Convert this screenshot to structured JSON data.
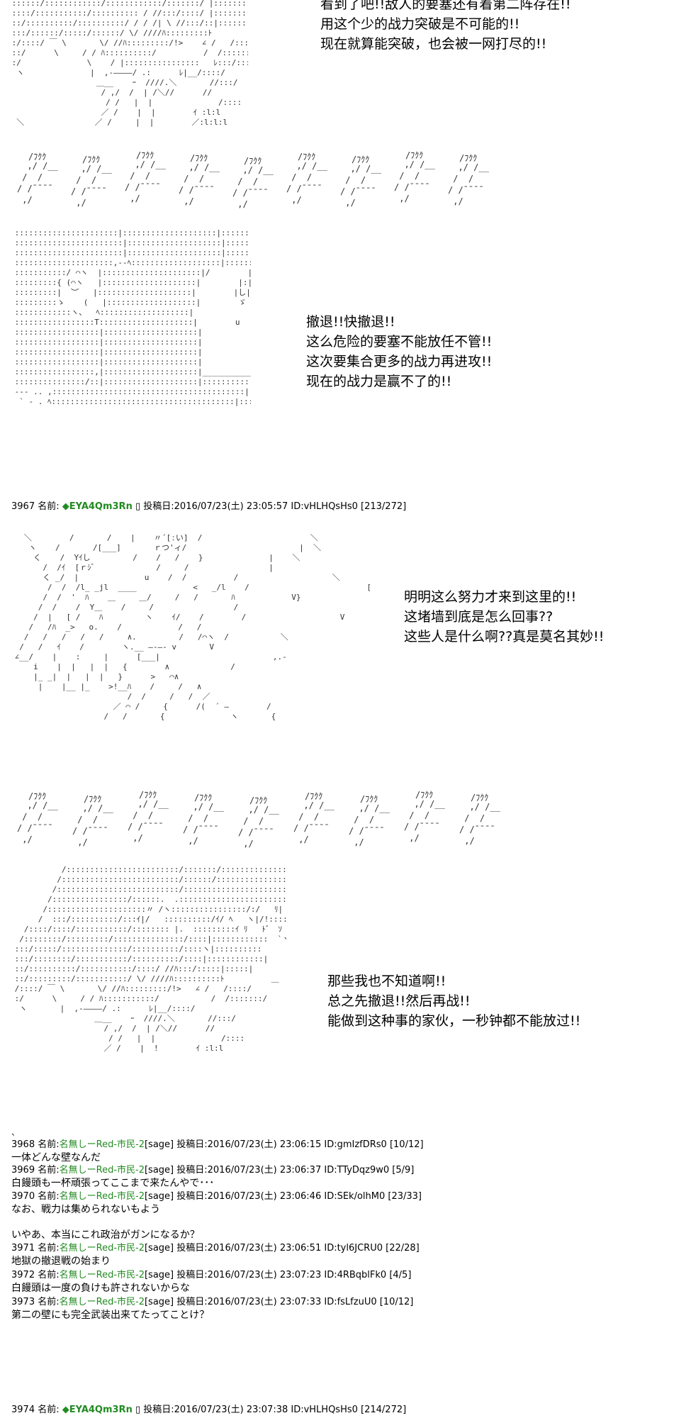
{
  "scene1": {
    "art_top": " ::::::/::::::::::::/::::::::::::/:::::::/ |:::::::::|          _  \n ::::/:::::::::::/:::::::::: / //:::/::::/ |:::::::::|        [:::::\\/    /::::::\n ::/::::::::::/::::::::::/ / / /| \\ //:::/::|::::::|       _ .  /::::/:::\n :::/::::::/:::::/::::::/ \\/ ////ﾊ:::::::::ﾄ         ＿   /:::/::::/\n :/::::/ ￣ \\       \\/ //ﾊ:::::::::/!>    ∠ /   /::::/\n ::/      \\     / / ﾊ::::::::::/          /  /:::::::/\n :/              \\    / |::::::::::::::::   ﾚ:::/:::/\n  ヽ              |  ,-――――/ .:      ﾚ|__/::::/\n                   ＿__    ｰ  ////.＼       //:::/\n                    / ,/  /  | /＼//      //\n                     / /   |  |              /::::\n                    ／ /    |  |        ｲ :l:l\n  ＼               ／ /     |  |        ／:l:l:l",
    "dialog": [
      "看到了吧!!敌人的要塞还有着第二阵存在!!",
      "用这个少的战力突破是不可能的!!",
      "现在就算能突破，也会被一网打尽的!!"
    ]
  },
  "sfx": "/ﾌｸｸ",
  "scene2": {
    "art": " ::::::::::::::::::::::|::::::::::::::::::::|:::::::::::::::|ﾘ   |:|:::|:::::::|:::|ヽ\n :::::::::::::::::::::::|::::::::::::::::::::|:::::::::::::/ ×  |:|:::|ヽ:::|:::|:::\n :::::::::::::::::::::::|::::::::::::::::::::|:::::::::::::/  / |:|:::|::::|:ｪ.:::|\n :::::::::::::::::::::,--ﾍ:::::::::::::::::::|::::::::::/  ／ √5≧   |:|::::|:ﾄ:::|\n :::::::::::/ ⌒ヽ  |:::::::::::::::::::::|/        |  ヽ   |:|:::ﾄ::::|\n :::::::::{ (⌒ヽ   |::::::::::::::::::::|        |:|:::|     ヽVﾘ }\n :::::::::|  ︶   |::::::::::::::::::::|        |し|      [\n :::::::::ゝ    (   |:::::::::::::::::::|        ゞ     ヽ\n ::::::::::::ヽ、  ﾍ:::::::::::::::::::|                 /\n :::::::::::::::::T::::::::::::::::::::|        u          /\n ::::::::::::::::::|::::::::::::::::::::|                ,.  ‐ \n ::::::::::::::::::|::::::::::::::::::::|               (\n ::::::::::::::::::|::::::::::::::::::::|               ヽ   /\n ::::::::::::::::::|::::::::::::::::::::|                 ,  '\n :::::::::::::::::,|::::::::::::::::::::|_______________/\n :::::::::::::::/::|::::::::::::::::::::|::::::::::::::::::|\n --- .. ,:::::::::::::::::::::::::::::::::::::::::|::::::::::::::::::|\n  ` - . ﾍ:::::::::::::::::::::::::::::::::::::::|::::::::::::::::::|",
    "dialog": [
      "撤退!!快撤退!!",
      "这么危险的要塞不能放任不管!!",
      "这次要集合更多的战力再进攻!!",
      "现在的战力是赢不了的!!"
    ]
  },
  "post3967": {
    "number": "3967",
    "name_label": "名前:",
    "trip": "◆EYA4Qm3Rn",
    "rest": " 投稿日:2016/07/23(土) 23:05:57 ID:vHLHQsHs0 [213/272]"
  },
  "scene3": {
    "art": "   ＼        /       /    |    〃´[ːい]  /                       ＼\n    ヽ    /       /[___]       ｒつ'ィ/                        |  ＼\n     く    /  Yｲし         /    /   /    }              |    ＼\n       /  /ｲ  [ｒｼﾞ             /     /                 |\n       く _/  |              u    /  /          /                    ＼\n        /  /  /l_ _jl  ____            <   _/l    /                         [\n       /  /  '  ﾊ    ＿     ＿/     /   /       ﾊ            V}\n      /  /    /  Y＿    /     /                 /\n     /  |   [ /    ﾊ         ヽ    ｲ/    /        /                    V\n    /   /ﾊ  _>   o.    /            /   /\n   /   /   /   /   /     ∧.         /   /⌒ヽ  /           ＼\n  /   /   ｲ    /        ヽ.__ ―‐―- v       V\n ∠__/    |    :     |      [___|                        ,.-\n     i    |  |   |  |   {        ∧             /\n     |_ _|  |   |  |   }      >   ⌒∧\n      |    |__ |_    >!__ﾊ    /     /   ∧\n                         /  /     /   /  ／\n                      ／ ⌒ /     {      /(  ´ ―        /\n                    /   /       {              ヽ       {",
    "dialog": [
      "明明这么努力才来到这里的!!",
      "这堵墙到底是怎么回事??",
      "这些人是什么啊??真是莫名其妙!!"
    ]
  },
  "scene4": {
    "art": "           /::::::::::::::::::::::::/:::::::/:::::::::::::::::/::/:l:::::::::::::: ヽ`,\n          /:::::::::::::::::::::::::/::::::/:::::::::::::::::::/::/l:l´,:::::::::::::::::\n         /::::::::::::::::::::::::::/::::::::::::::::::::::::::::/::/  |:|_.:::::::::::::::::\n        /::::::::::::::::/::::::.  .:::::::::::::::::::::::::/:/  | |    ｌ::::::::::::::::\n       /:::::::::::::::::::::〃 /ヽ::::::::::::::::/:/   ﾘ|  |::::::::::ﾘ|::::::::::\n      /  :::/::::::::::/:::ｲ|/   ::::::::::/ｲ/ ﾍ   ヽ|/!::::/  |:/:::::\n   /::::/::::/:::::::::::/:::::::: |.  :::::::::ｲ ﾘ   ﾄ゛ ｿ   !:/__,/ﾘ!::!\n  /::::::::/:::::::::/:::::::::::::::/::::|::::::::::::  `ヽ ::::::::::    ﾉ./l/::::\n :::/:::::/::::::::::::::/::::::::::/::::ヽ|::::::::::       u          /::/::::::\n :::/::::::::/:::::::::::/::::::::::/::::|::::::::::::|         [:::::V   /:::::::::\n ::/::::::::::/:::::::::::/::::/ //ﾊ:::/:::::|:::::|        _.   /:::/::::::\n ::/:::::::::/:::::::::::/ \\/ ////ﾊ::::::::::ﾄ          ＿   /:::/:::/\n /::::/ ￣ \\       \\/ //ﾊ:::::::::/!>   ∠ /   /::::/\n :/      \\     / / ﾊ:::::::::::/           /  /:::::::/\n  ヽ       |  ,-――――/ .:      ﾚ|__/::::/\n                  ＿__    ｰ  ////.＼       //:::/\n                    / ,/  /  | /＼//      //\n                     / /   |  |              /::::\n                    ／ /    |  !        ｲ :l:l",
    "dialog": [
      "那些我也不知道啊!!",
      "总之先撤退!!然后再战!!",
      "能做到这种事的家伙，一秒钟都不能放过!!"
    ]
  },
  "dot": "、",
  "replies": [
    {
      "number": "3968",
      "name_label": "名前:",
      "name": "名無しーRed-市民-2",
      "sage": "[sage]",
      "rest": " 投稿日:2016/07/23(土) 23:06:15 ID:gmIzfDRs0 [10/12]",
      "lines": [
        "一体どんな壁なんだ"
      ]
    },
    {
      "number": "3969",
      "name_label": "名前:",
      "name": "名無しーRed-市民-2",
      "sage": "[sage]",
      "rest": " 投稿日:2016/07/23(土) 23:06:37 ID:TTyDqz9w0 [5/9]",
      "lines": [
        "白饅頭も一杯頑張ってここまで来たんやで･･･"
      ]
    },
    {
      "number": "3970",
      "name_label": "名前:",
      "name": "名無しーRed-市民-2",
      "sage": "[sage]",
      "rest": " 投稿日:2016/07/23(土) 23:06:46 ID:SEk/olhM0 [23/33]",
      "lines": [
        "なお、戦力は集められないもよう",
        "",
        "いやあ、本当にこれ政治がガンになるか？"
      ]
    },
    {
      "number": "3971",
      "name_label": "名前:",
      "name": "名無しーRed-市民-2",
      "sage": "[sage]",
      "rest": " 投稿日:2016/07/23(土) 23:06:51 ID:tyl6JCRU0 [22/28]",
      "lines": [
        "地獄の撤退戦の始まり"
      ]
    },
    {
      "number": "3972",
      "name_label": "名前:",
      "name": "名無しーRed-市民-2",
      "sage": "[sage]",
      "rest": " 投稿日:2016/07/23(土) 23:07:23 ID:4RBqblFk0 [4/5]",
      "lines": [
        "白饅頭は一度の負けも許されないからな"
      ]
    },
    {
      "number": "3973",
      "name_label": "名前:",
      "name": "名無しーRed-市民-2",
      "sage": "[sage]",
      "rest": " 投稿日:2016/07/23(土) 23:07:33 ID:fsLfzuU0 [10/12]",
      "lines": [
        "第二の壁にも完全武装出来てたってことけ？"
      ]
    }
  ],
  "post3974": {
    "number": "3974",
    "name_label": "名前:",
    "trip": "◆EYA4Qm3Rn",
    "rest": " 投稿日:2016/07/23(土) 23:07:38 ID:vHLHQsHs0 [214/272]"
  }
}
